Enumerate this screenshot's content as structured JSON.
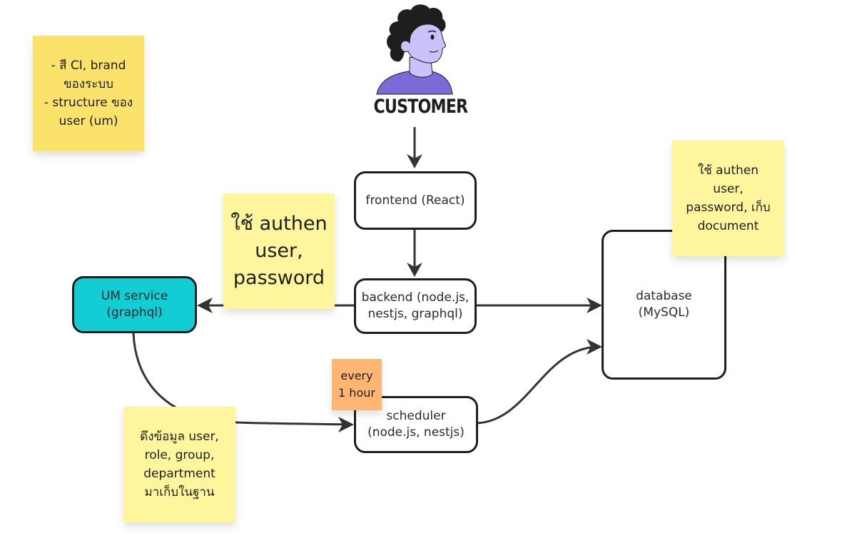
{
  "diagram": {
    "actor": {
      "label": "CUSTOMER",
      "icon": "person-avatar-icon"
    },
    "nodes": {
      "frontend": "frontend (React)",
      "backend": "backend (node.js,\nnestjs, graphql)",
      "um_service": "UM service\n(graphql)",
      "scheduler": "scheduler\n(node.js, nestjs)",
      "database": "database\n(MySQL)"
    },
    "notes": {
      "top_left": "- สี CI, brand\nของระบบ\n- structure ของ\nuser (um)",
      "auth_um": "ใช้ authen\nuser,\npassword",
      "database_note": "ใช้ authen\nuser,\npassword, เก็บ\ndocument",
      "sync_note": "ดึงข้อมูล user,\nrole, group,\ndepartment\nมาเก็บในฐาน",
      "schedule": "every\n1 hour"
    },
    "colors": {
      "um_service_fill": "#12cdd4",
      "sticky_yellow_dark": "#fbe26b",
      "sticky_yellow_light": "#fff59c",
      "sticky_orange": "#ffb673",
      "connector": "#333333",
      "avatar_skin": "#c9c2fb",
      "avatar_shirt": "#7b6ad8",
      "avatar_hair": "#1e1e1e"
    },
    "edges": [
      {
        "from": "customer",
        "to": "frontend"
      },
      {
        "from": "frontend",
        "to": "backend"
      },
      {
        "from": "backend",
        "to": "um_service"
      },
      {
        "from": "backend",
        "to": "database"
      },
      {
        "from": "um_service",
        "to": "scheduler"
      },
      {
        "from": "scheduler",
        "to": "database"
      }
    ]
  }
}
